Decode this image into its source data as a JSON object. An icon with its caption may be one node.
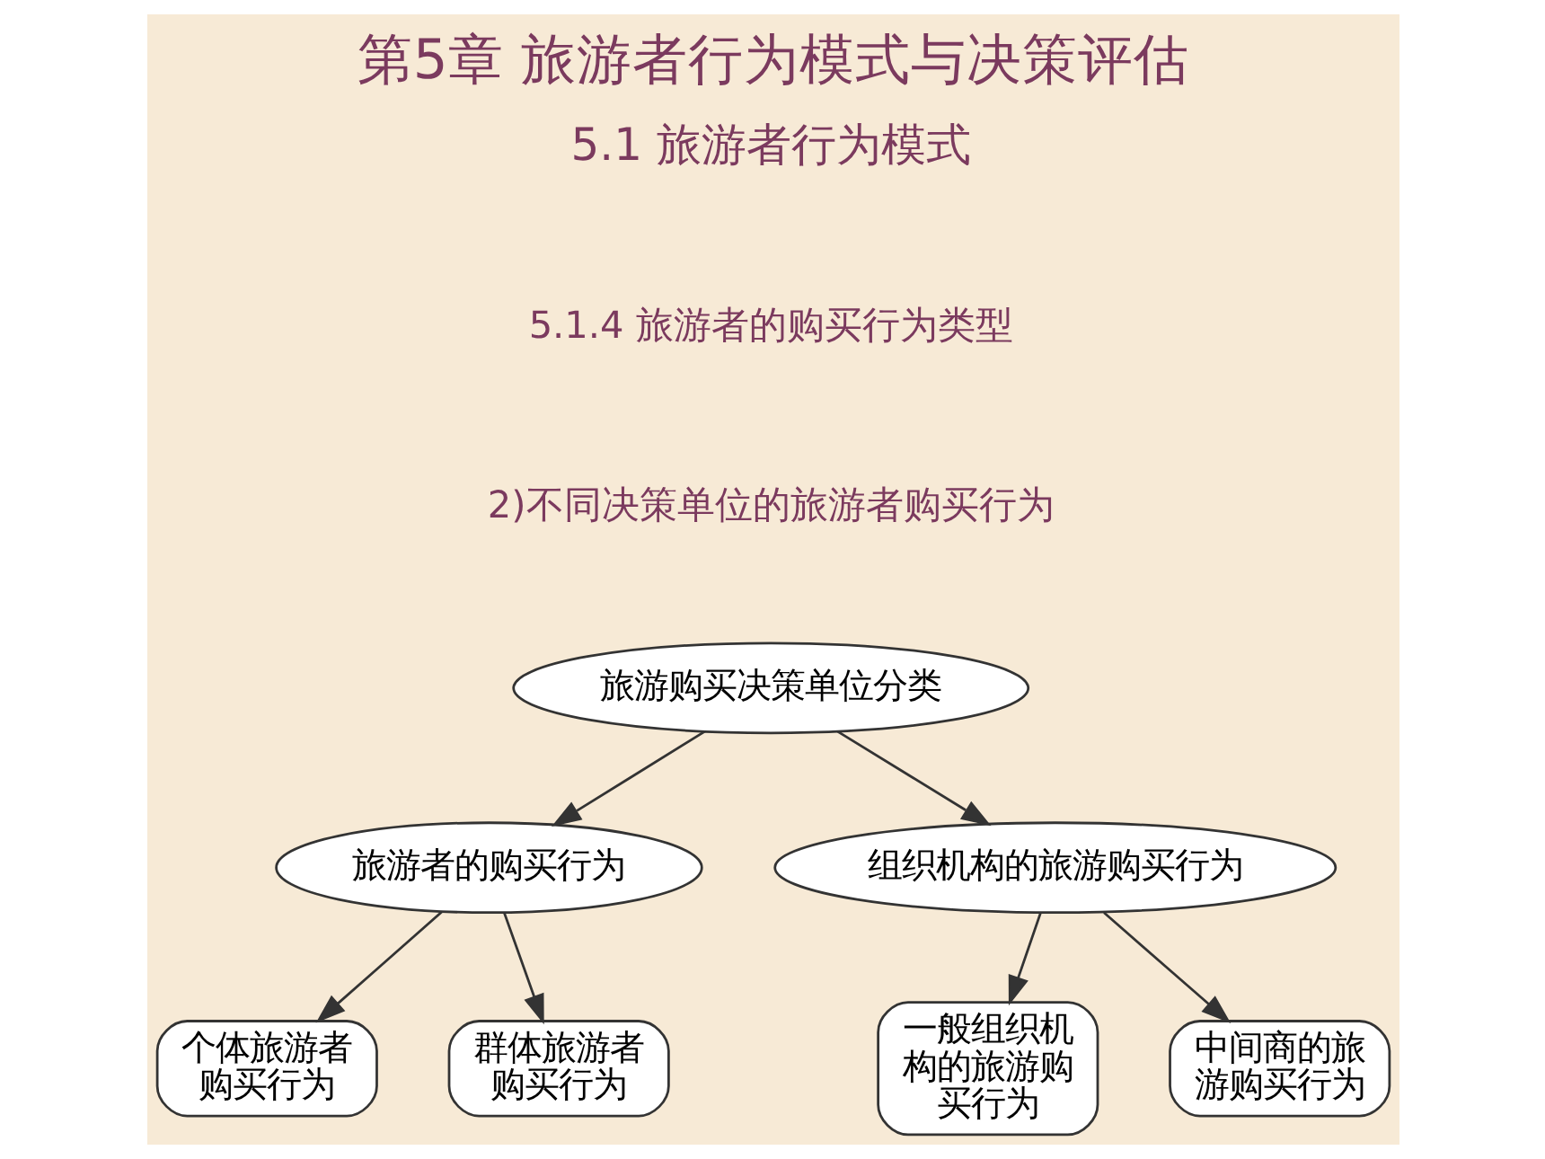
{
  "diagram": {
    "title": "第5章 旅游者行为模式与决策评估",
    "nodes": [
      {
        "text": [
          "旅游购买决策单位分类"
        ]
      },
      {
        "text": [
          "旅游者的购买行为"
        ]
      },
      {
        "text": [
          "组织机构的旅游购买行为"
        ]
      },
      {
        "text": [
          "个体旅游者购买行为"
        ]
      },
      {
        "text": [
          "群体旅游者购买行为"
        ]
      },
      {
        "text": [
          "一般组织机构的旅游购买行为"
        ]
      },
      {
        "text": [
          "中间商的旅游购买行为"
        ]
      }
    ],
    "edges": [
      {
        "from": 0,
        "to": 1,
        "arrow": "to"
      },
      {
        "from": 0,
        "to": 2,
        "arrow": "to"
      },
      {
        "from": 1,
        "to": 3,
        "arrow": "to"
      },
      {
        "from": 1,
        "to": 4,
        "arrow": "to"
      },
      {
        "from": 2,
        "to": 5,
        "arrow": "to"
      },
      {
        "from": 2,
        "to": 6,
        "arrow": "to"
      }
    ],
    "labels": [
      "5.1 旅游者行为模式",
      "5.1.4 旅游者的购买行为类型",
      "2)不同决策单位的旅游者购买行为"
    ]
  }
}
